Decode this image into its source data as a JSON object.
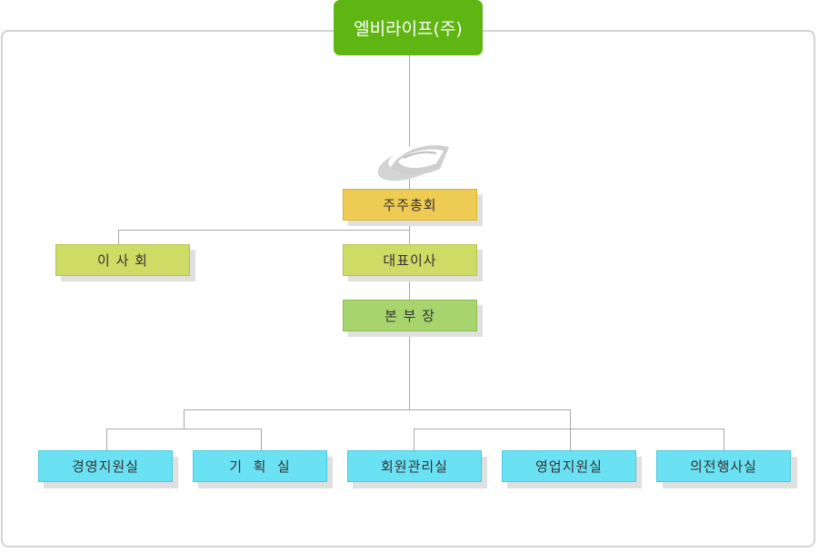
{
  "root": {
    "label": "엘비라이프(주)",
    "color": "#5fb512"
  },
  "nodes": {
    "shareholders": {
      "label": "주주총회",
      "color": "#eecb52"
    },
    "board": {
      "label": "이 사 회",
      "color": "#cedb64"
    },
    "ceo": {
      "label": "대표이사",
      "color": "#cedb64"
    },
    "hq": {
      "label": "본 부 장",
      "color": "#a8d46e"
    }
  },
  "departments": [
    {
      "label": "경영지원실"
    },
    {
      "label": "기  획  실"
    },
    {
      "label": "회원관리실"
    },
    {
      "label": "영업지원실"
    },
    {
      "label": "의전행사실"
    }
  ],
  "colors": {
    "department": "#6ae2f3",
    "line": "#a8a8a8",
    "frame": "#d3d3d3"
  },
  "icons": {
    "logo": "swoosh-logo-icon"
  }
}
